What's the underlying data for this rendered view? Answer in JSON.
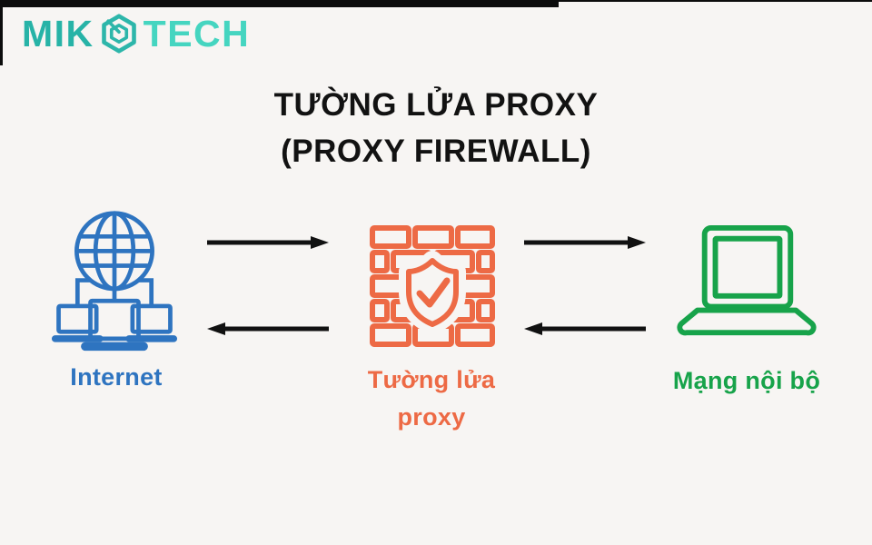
{
  "logo": {
    "part1": "MIK",
    "part2": "TECH",
    "icon": "hexagon-logo-icon",
    "color_dark": "#27b3a7",
    "color_light": "#45d5c0"
  },
  "title": {
    "line1": "TƯỜNG LỬA PROXY",
    "line2": "(PROXY FIREWALL)",
    "color": "#121212"
  },
  "nodes": [
    {
      "id": "internet",
      "label": "Internet",
      "icon": "globe-network-icon",
      "color": "#2e74c0"
    },
    {
      "id": "proxy-firewall",
      "label_line1": "Tường lửa",
      "label_line2": "proxy",
      "icon": "firewall-shield-check-icon",
      "color": "#ed6a45"
    },
    {
      "id": "internal-network",
      "label": "Mạng nội bộ",
      "icon": "laptop-icon",
      "color": "#17a34a"
    }
  ],
  "arrows": [
    {
      "from": "internet",
      "to": "proxy-firewall",
      "direction": "right"
    },
    {
      "from": "proxy-firewall",
      "to": "internet",
      "direction": "left"
    },
    {
      "from": "proxy-firewall",
      "to": "internal-network",
      "direction": "right"
    },
    {
      "from": "internal-network",
      "to": "proxy-firewall",
      "direction": "left"
    }
  ],
  "colors": {
    "background": "#f7f5f3",
    "arrow": "#111111",
    "edge_artifact": "#0c0c0c"
  }
}
